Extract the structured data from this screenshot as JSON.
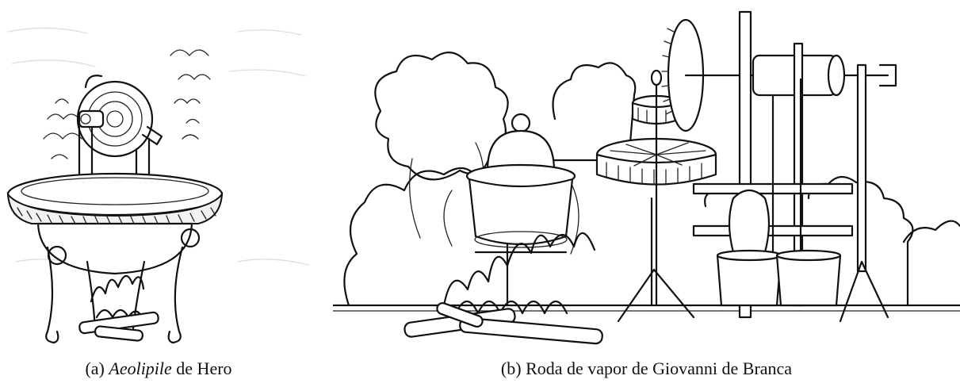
{
  "figures": [
    {
      "label": "(a)",
      "title_italic": "Aeolipile",
      "title_rest": " de Hero"
    },
    {
      "label": "(b)",
      "title": "Roda de vapor de Giovanni de Branca"
    }
  ]
}
